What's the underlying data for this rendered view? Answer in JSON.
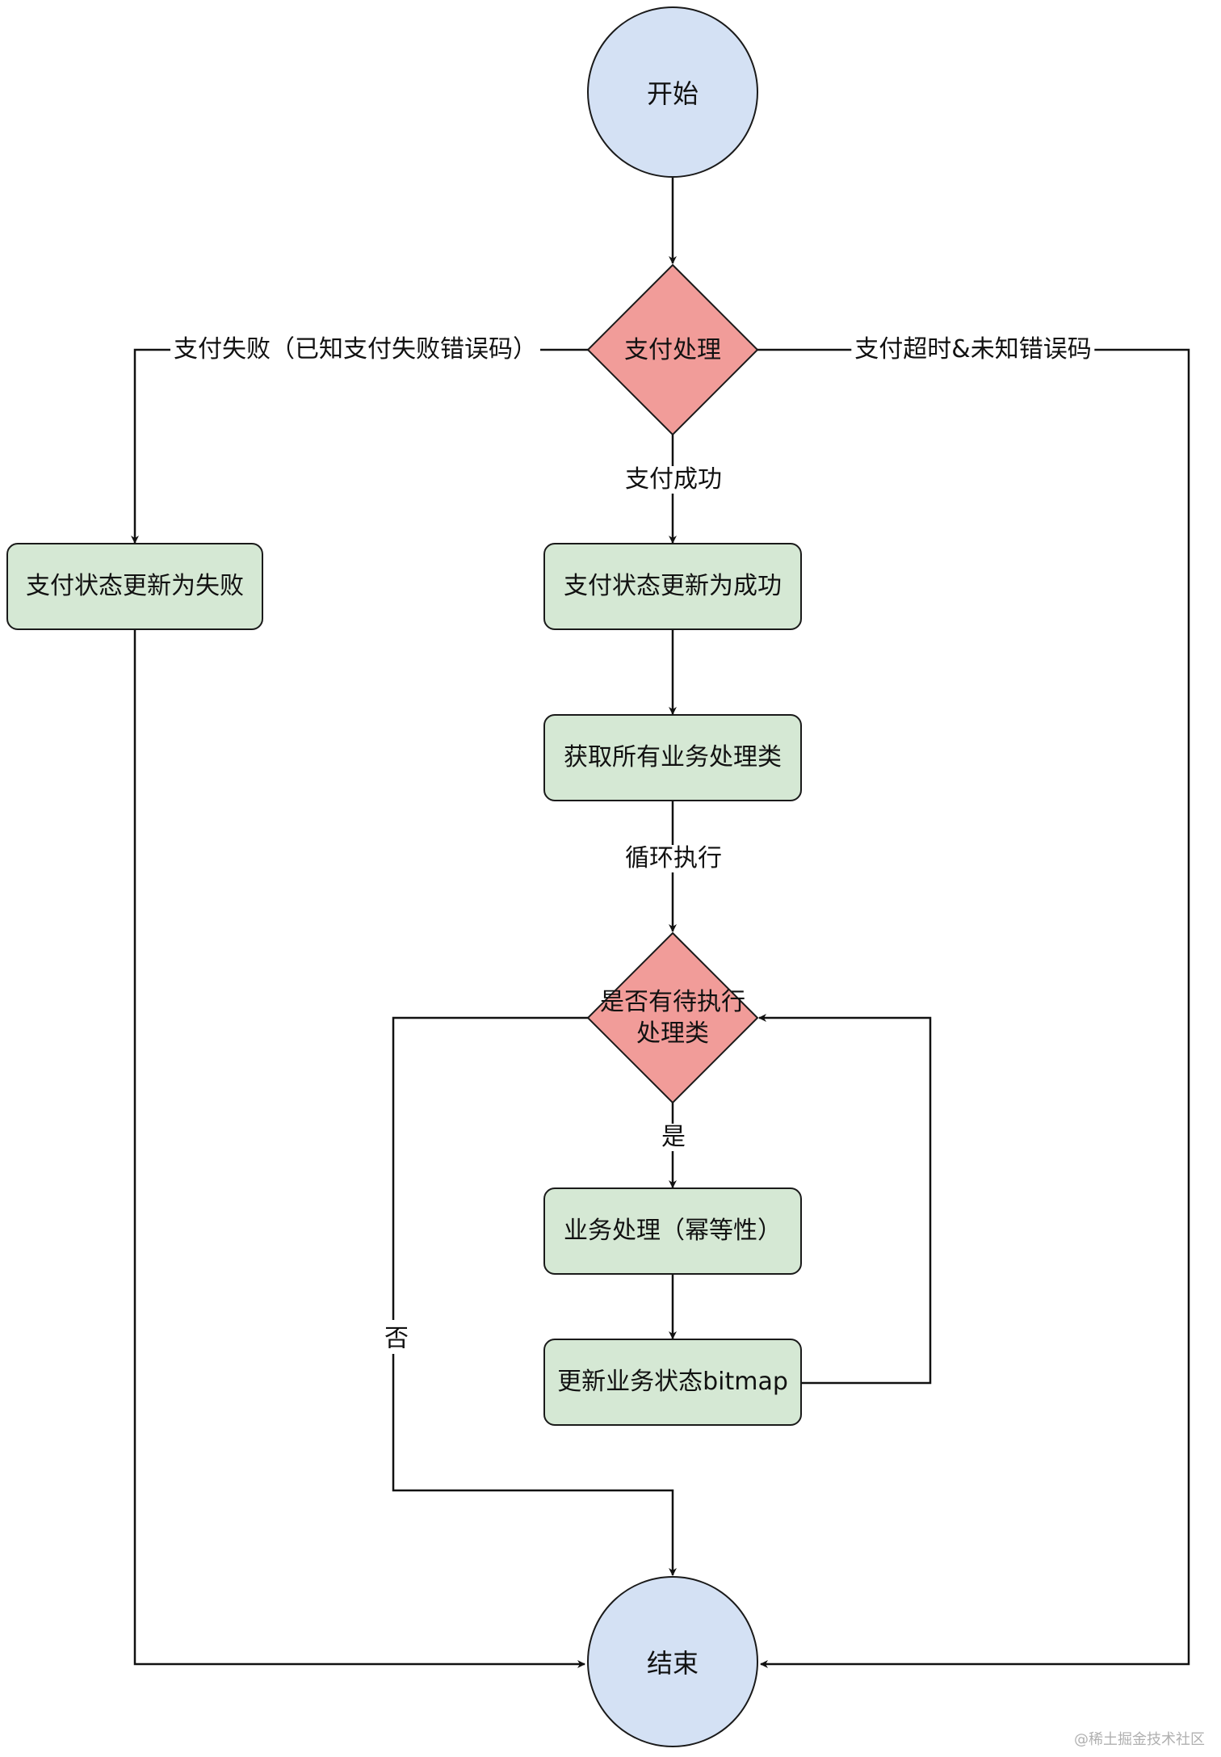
{
  "colors": {
    "terminal_fill": "#d4e1f4",
    "process_fill": "#d5e8d4",
    "decision_fill": "#f19c99",
    "stroke": "#1a1a1a"
  },
  "nodes": {
    "start": "开始",
    "end": "结束",
    "payment_process": "支付处理",
    "set_fail": "支付状态更新为失败",
    "set_success": "支付状态更新为成功",
    "get_handlers": "获取所有业务处理类",
    "has_pending_line1": "是否有待执行",
    "has_pending_line2": "处理类",
    "biz_process": "业务处理（幂等性）",
    "update_bitmap": "更新业务状态bitmap"
  },
  "edges": {
    "fail": "支付失败（已知支付失败错误码）",
    "timeout": "支付超时&未知错误码",
    "success": "支付成功",
    "loop": "循环执行",
    "yes": "是",
    "no": "否"
  },
  "watermark": "@稀土掘金技术社区"
}
